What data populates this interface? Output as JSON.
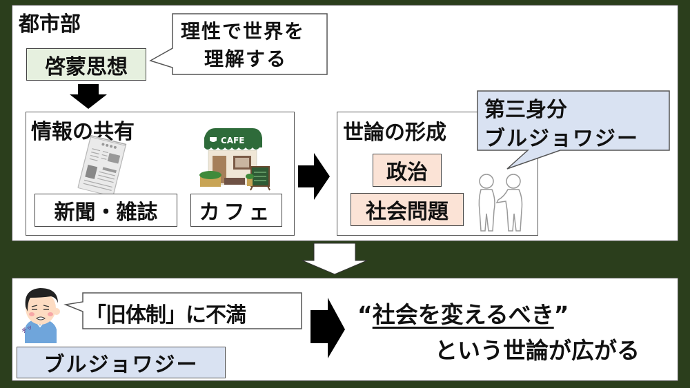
{
  "top_panel": {
    "title": "都市部",
    "enlightenment": "啓蒙思想",
    "enlightenment_bubble": [
      "理性で世界を",
      "理解する"
    ],
    "info_sharing": {
      "title": "情報の共有",
      "newspaper_label": "新聞・雑誌",
      "cafe_label": "カフェ",
      "cafe_sign": "CAFE"
    },
    "public_opinion": {
      "title": "世論の形成",
      "topics": [
        "政治",
        "社会問題"
      ],
      "bubble": [
        "第三身分",
        "ブルジョワジー"
      ]
    }
  },
  "bottom_panel": {
    "complaint_bubble": "「旧体制」に不満",
    "person_label": "ブルジョワジー",
    "sound_effect": "チッ",
    "conclusion_quote": "“社会を変えるべき”",
    "conclusion_quote_inner": "社会を変えるべき",
    "conclusion_rest": "という世論が広がる"
  },
  "colors": {
    "background": "#2b3e1c",
    "enlightenment_fill": "#e6f0df",
    "topic_fill": "#fbe3d6",
    "bourgeoisie_fill": "#d9e2f2"
  }
}
